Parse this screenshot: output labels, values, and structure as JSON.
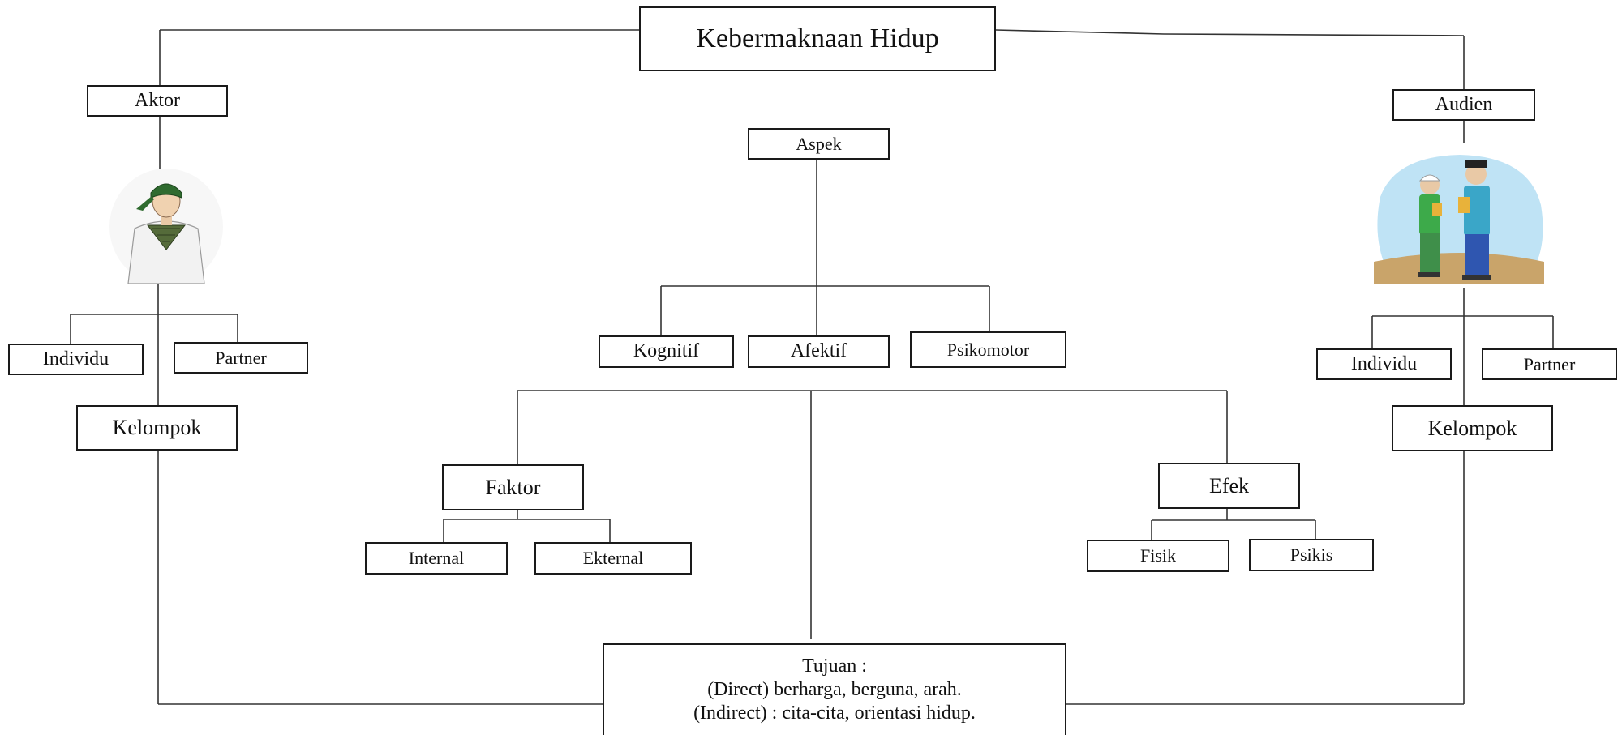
{
  "title": "Kebermaknaan Hidup",
  "actor": {
    "label": "Aktor",
    "individual": "Individu",
    "partner": "Partner",
    "group": "Kelompok"
  },
  "audience": {
    "label": "Audien",
    "individual": "Individu",
    "partner": "Partner",
    "group": "Kelompok"
  },
  "aspect": {
    "label": "Aspek",
    "items": [
      "Kognitif",
      "Afektif",
      "Psikomotor"
    ]
  },
  "factor": {
    "label": "Faktor",
    "items": [
      "Internal",
      "Ekternal"
    ]
  },
  "effect": {
    "label": "Efek",
    "items": [
      "Fisik",
      "Psikis"
    ]
  },
  "goal": {
    "lines": [
      "Tujuan :",
      "(Direct) berharga, berguna, arah.",
      "(Indirect) : cita-cita, orientasi hidup."
    ]
  },
  "colors": {
    "line": "#333333",
    "border": "#1a1a1a",
    "turban_green": "#2f6b2f",
    "robe_white": "#f2f2f2",
    "sky_blue": "#bfe3f5",
    "ground_tan": "#c9a46a",
    "shirt_green": "#3daa4a",
    "pants_blue": "#2f56b0"
  },
  "icons": {
    "actor_figure": "man-with-turban-figure",
    "audience_figure": "two-students-figure"
  }
}
